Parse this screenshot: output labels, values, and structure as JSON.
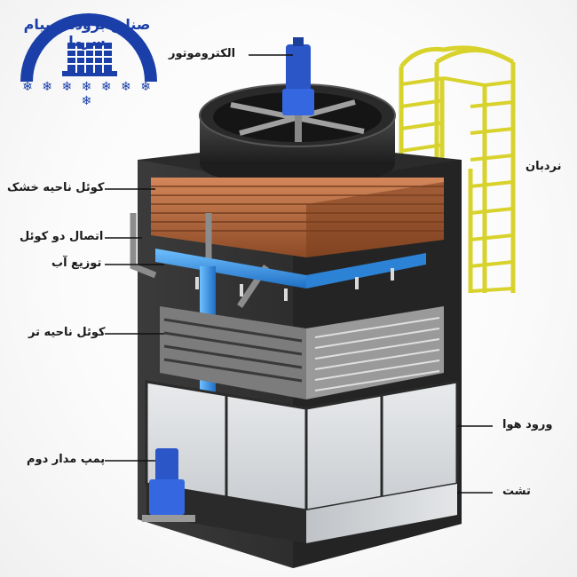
{
  "logo": {
    "company_name": "صنایع برودتی پیام سرما",
    "snowflake_glyph": "❄"
  },
  "labels": {
    "electromotor": "الکتروموتور",
    "dry_coil": "کوئل ناحیه خشک",
    "coil_connection": "اتصال دو کوئل",
    "water_distribution": "توزیع آب",
    "wet_coil": "کوئل ناحیه تر",
    "circulation_pump": "پمپ مدار دوم",
    "ladder": "نردبان",
    "air_inlet": "ورود هوا",
    "basin": "تشت"
  },
  "colors": {
    "logo_blue": "#1a3fa8",
    "pipe_blue": "#2f8fe0",
    "motor_blue": "#2a56c8",
    "ladder_yellow": "#e8e23a",
    "body_dark": "#2e2e2e",
    "copper": "#b86a3c"
  }
}
